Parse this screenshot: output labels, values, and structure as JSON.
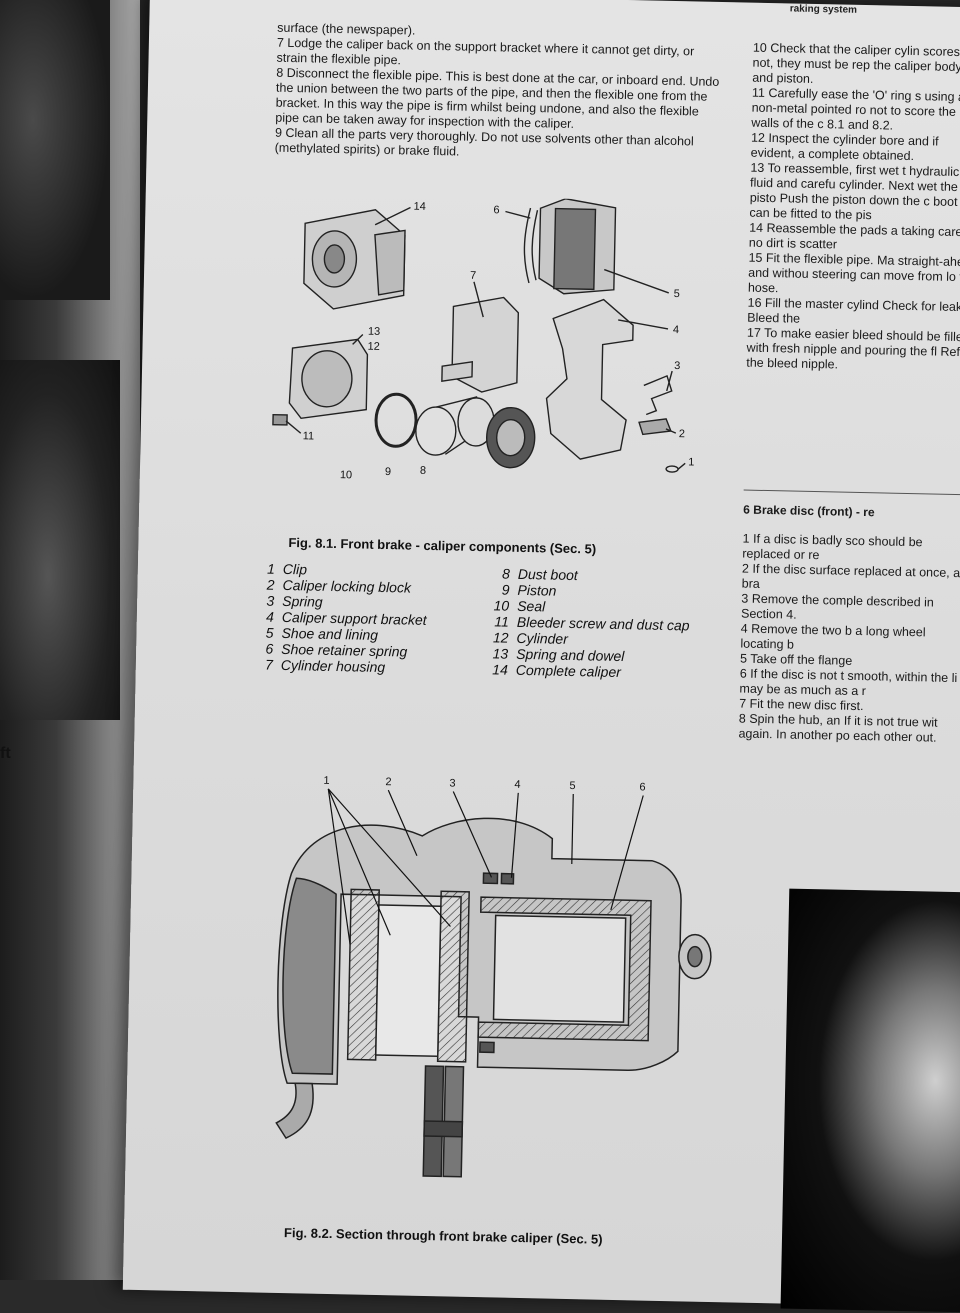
{
  "left_page_fragment": "ft",
  "header_fragment": "raking system",
  "left_column": [
    "surface (the newspaper).",
    "7 Lodge the caliper back on the support bracket where it cannot get dirty, or strain the flexible pipe.",
    "8 Disconnect the flexible pipe. This is best done at the car, or inboard end. Undo the union between the two parts of the pipe, and then the flexible one from the bracket. In this way the pipe is firm whilst being undone, and also the flexible pipe can be taken away for inspection with the caliper.",
    "9 Clean all the parts very thoroughly. Do not use solvents other than alcohol (methylated spirits) or brake fluid."
  ],
  "fig1": {
    "caption": "Fig. 8.1. Front brake - caliper components (Sec. 5)",
    "callouts": [
      "14",
      "6",
      "5",
      "7",
      "4",
      "13",
      "12",
      "3",
      "11",
      "2",
      "1",
      "10",
      "9",
      "8"
    ]
  },
  "legend": [
    {
      "n": "1",
      "label": "Clip"
    },
    {
      "n": "2",
      "label": "Caliper locking block"
    },
    {
      "n": "3",
      "label": "Spring"
    },
    {
      "n": "4",
      "label": "Caliper support bracket"
    },
    {
      "n": "5",
      "label": "Shoe and lining"
    },
    {
      "n": "6",
      "label": "Shoe retainer spring"
    },
    {
      "n": "7",
      "label": "Cylinder housing"
    },
    {
      "n": "8",
      "label": "Dust boot"
    },
    {
      "n": "9",
      "label": "Piston"
    },
    {
      "n": "10",
      "label": "Seal"
    },
    {
      "n": "11",
      "label": "Bleeder screw and dust cap"
    },
    {
      "n": "12",
      "label": "Cylinder"
    },
    {
      "n": "13",
      "label": "Spring and dowel"
    },
    {
      "n": "14",
      "label": "Complete caliper"
    }
  ],
  "fig2": {
    "caption": "Fig. 8.2. Section through front brake caliper (Sec. 5)",
    "callouts": [
      "1",
      "2",
      "3",
      "4",
      "5",
      "6"
    ]
  },
  "right_column": [
    "10 Check that the caliper cylin scores. If not, they must be rep the caliper body and piston.",
    "11 Carefully ease the 'O' ring s using a non-metal pointed ro not to score the walls of the c 8.1 and 8.2.",
    "12 Inspect the cylinder bore and if evident, a complete obtained.",
    "13 To reassemble, first wet t hydraulic fluid and carefu cylinder. Next wet the pisto Push the piston down the c boot can be fitted to the pis",
    "14 Reassemble the pads a taking care no dirt is scatter",
    "15 Fit the flexible pipe. Ma straight-ahead and withou steering can move from lo the hose.",
    "16 Fill the master cylind Check for leaks. Bleed the",
    "17 To make easier bleed should be filled with fresh nipple and pouring the fl Refit the bleed nipple."
  ],
  "section6": {
    "heading": "6 Brake disc (front) - re",
    "paragraphs": [
      "1 If a disc is badly sco should be replaced or re",
      "2 If the disc surface replaced at once, as bra",
      "3 Remove the comple described in Section 4.",
      "4 Remove the two b a long wheel locating b",
      "5 Take off the flange",
      "6 If the disc is not t smooth, within the li may be as much as a r",
      "7 Fit the new disc first.",
      "8 Spin the hub, an If it is not true wit again. In another po each other out."
    ]
  }
}
